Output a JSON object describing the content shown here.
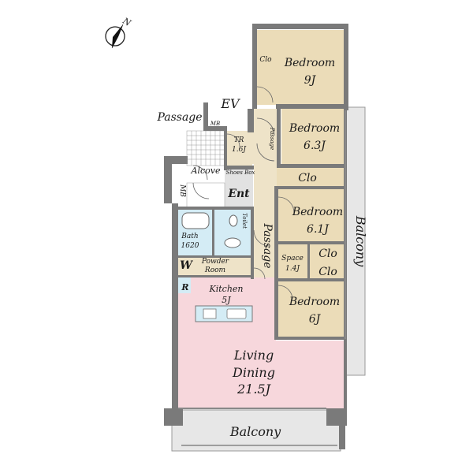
{
  "compass": {
    "north_label": "N"
  },
  "colors": {
    "bedroom": "#ebdcb8",
    "living": "#f7d7dc",
    "wet": "#d4ecf5",
    "passage": "#eee3c8",
    "entrance": "#e2e2e2",
    "balcony": "#e7e7e7",
    "wall": "#7a7a7a"
  },
  "rooms": {
    "bedroom_top": {
      "name": "Bedroom",
      "size": "9J"
    },
    "bedroom_2": {
      "name": "Bedroom",
      "size": "6.3J"
    },
    "bedroom_3": {
      "name": "Bedroom",
      "size": "6.1J"
    },
    "bedroom_4": {
      "name": "Bedroom",
      "size": "6J"
    },
    "living": {
      "line1": "Living",
      "line2": "Dining",
      "size": "21.5J"
    },
    "kitchen": {
      "name": "Kitchen",
      "size": "5J"
    },
    "bath": {
      "name": "Bath",
      "size": "1620"
    },
    "powder": {
      "line1": "Powder",
      "line2": "Room"
    },
    "toilet": {
      "name": "Toilet"
    },
    "tr": {
      "name": "TR",
      "size": "1.6J"
    },
    "space": {
      "name": "Space",
      "size": "1.4J"
    }
  },
  "labels": {
    "clo_top": "Clo",
    "clo_mid": "Clo",
    "clo_a": "Clo",
    "clo_b": "Clo",
    "balcony_right": "Balcony",
    "balcony_bottom": "Balcony",
    "passage_outside": "Passage",
    "passage_main": "Passage",
    "passage_small": "Passage",
    "ev": "EV",
    "mb_top": "MB",
    "mb_left": "MB",
    "alcove": "Alcove",
    "shoes_box": "Shoes Box",
    "ent": "Ent",
    "w": "W",
    "r": "R"
  }
}
